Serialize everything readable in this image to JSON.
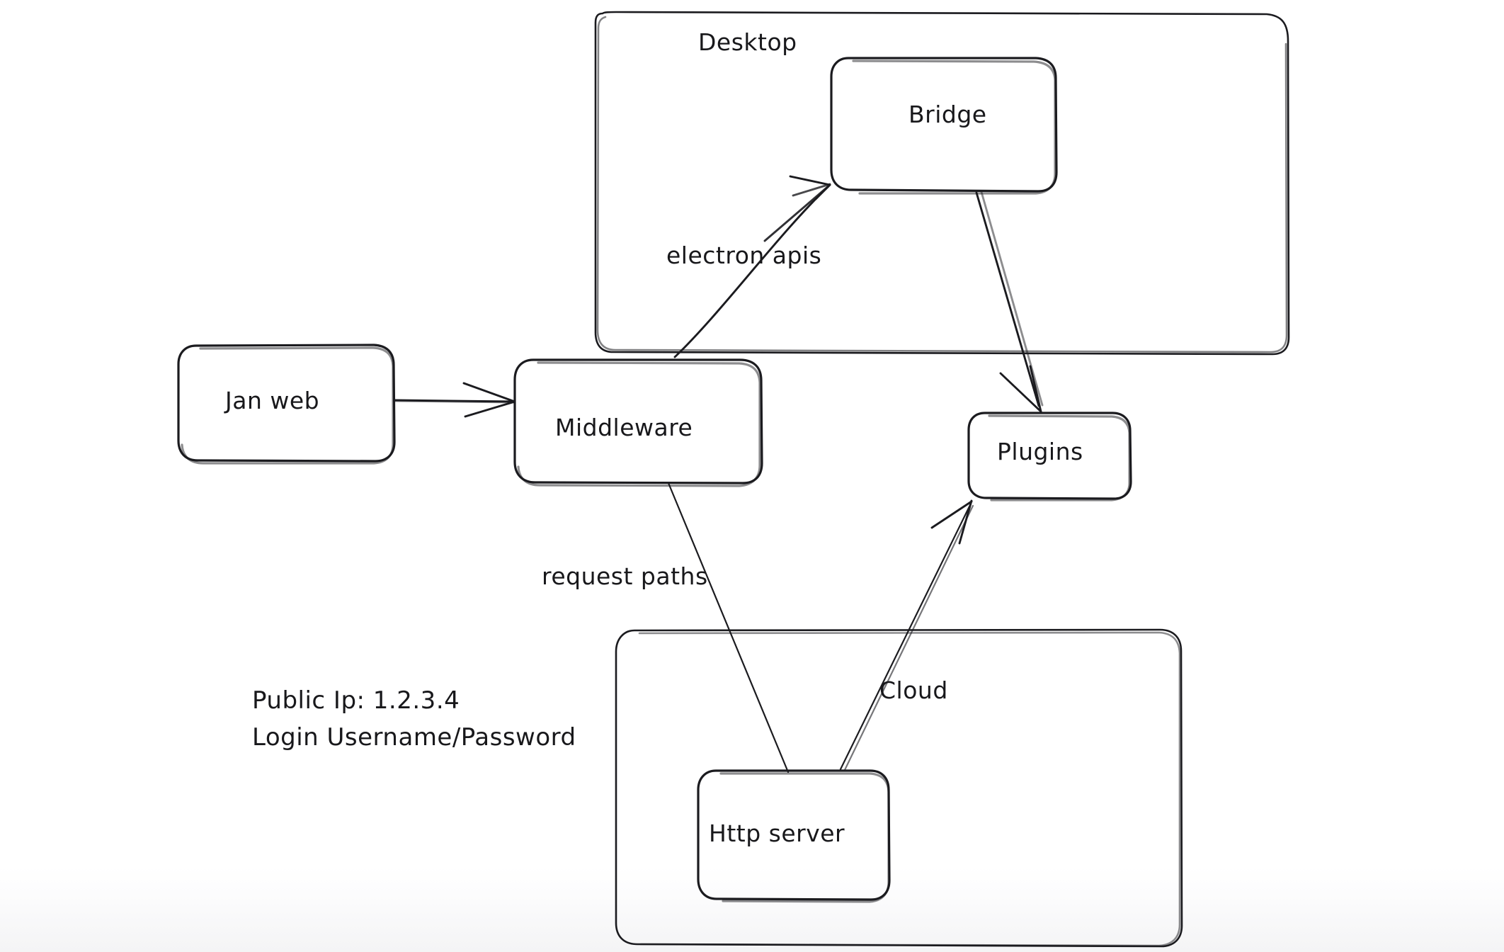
{
  "diagram": {
    "title": "Jan architecture sketch",
    "style": "hand-drawn whiteboard sketch",
    "background_color": "#ffffff",
    "stroke_color": "#1b1b1f",
    "groups": [
      {
        "id": "desktop",
        "label": "Desktop"
      },
      {
        "id": "cloud-container",
        "label": ""
      }
    ],
    "nodes": [
      {
        "id": "jan-web",
        "label": "Jan web"
      },
      {
        "id": "middleware",
        "label": "Middleware"
      },
      {
        "id": "bridge",
        "label": "Bridge"
      },
      {
        "id": "plugins",
        "label": "Plugins"
      },
      {
        "id": "http-server",
        "label": "Http server"
      }
    ],
    "edges": [
      {
        "id": "janweb-to-middleware",
        "from": "Jan web",
        "to": "Middleware",
        "label": "",
        "arrow": true
      },
      {
        "id": "middleware-to-bridge",
        "from": "Middleware",
        "to": "Bridge",
        "label": "electron apis",
        "arrow": true
      },
      {
        "id": "bridge-to-plugins",
        "from": "Bridge",
        "to": "Plugins",
        "label": "",
        "arrow": true
      },
      {
        "id": "middleware-to-httpserver",
        "from": "Middleware",
        "to": "Http server",
        "label": "request paths",
        "arrow": false
      },
      {
        "id": "httpserver-to-plugins",
        "from": "Http server",
        "to": "Plugins",
        "label": "Cloud",
        "arrow": true
      }
    ],
    "notes": {
      "public_ip_line": "Public Ip: 1.2.3.4",
      "login_line": "Login Username/Password"
    }
  }
}
